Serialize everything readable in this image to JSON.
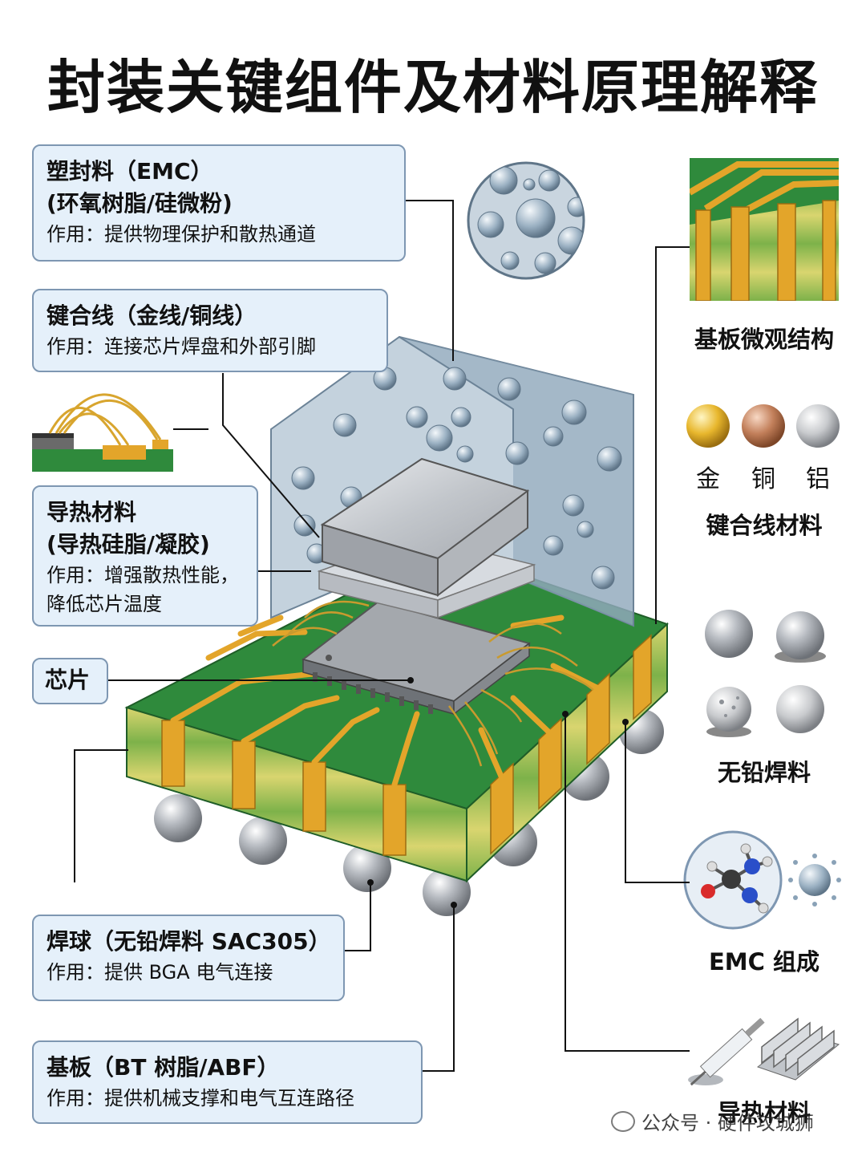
{
  "title": "封装关键组件及材料原理解释",
  "callouts": {
    "emc": {
      "title": "塑封料（EMC）",
      "line2": "(环氧树脂/硅微粉)",
      "desc": "作用：提供物理保护和散热通道"
    },
    "bond": {
      "title": "键合线（金线/铜线）",
      "desc": "作用：连接芯片焊盘和外部引脚"
    },
    "tim": {
      "title": "导热材料",
      "line2": "(导热硅脂/凝胶)",
      "desc": "作用：增强散热性能，",
      "desc2": "降低芯片温度"
    },
    "chip": {
      "title": "芯片"
    },
    "ball": {
      "title": "焊球（无铅焊料 SAC305）",
      "desc": "作用：提供 BGA 电气连接"
    },
    "substrate": {
      "title": "基板（BT 树脂/ABF）",
      "desc": "作用：提供机械支撑和电气互连路径"
    }
  },
  "right_labels": {
    "substrate_micro": "基板微观结构",
    "wire_materials": "键合线材料",
    "solder": "无铅焊料",
    "emc_comp": "EMC 组成",
    "thermal": "导热材料"
  },
  "metals": [
    "金",
    "铜",
    "铝"
  ],
  "colors": {
    "callout_bg": "#e5f0fa",
    "callout_border": "#7e97b2",
    "pcb_green": "#2f8a3c",
    "copper_gold": "#e3a52a",
    "emc_blue": "#9fb6c8"
  },
  "watermark": {
    "text": "公众号 · 硬件攻城狮"
  }
}
